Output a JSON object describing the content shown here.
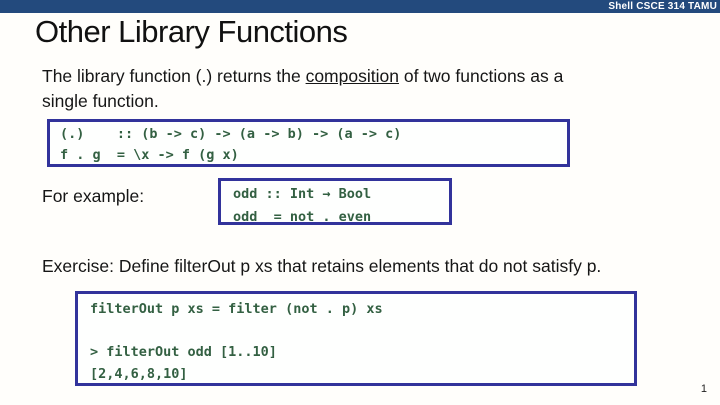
{
  "slide": {
    "top_bar": {
      "label": "Shell CSCE 314 TAMU"
    },
    "title": "Other Library Functions",
    "intro": {
      "line1_before": "The library function (.) returns the ",
      "line1_underlined": "composition",
      "line1_after": " of two functions as a",
      "line2": "single function."
    },
    "code_box_1": {
      "lines": [
        "(.)    :: (b -> c) -> (a -> b) -> (a -> c)",
        "f . g  = \\x -> f (g x)"
      ]
    },
    "for_example_label": "For example:",
    "code_box_2": {
      "lines": [
        "odd :: Int → Bool",
        "odd  = not . even"
      ]
    },
    "exercise_text": "Exercise: Define filterOut p xs that retains elements that do not satisfy p.",
    "code_box_3": {
      "lines": [
        "filterOut p xs = filter (not . p) xs",
        "",
        "> filterOut odd [1..10]",
        "[2,4,6,8,10]"
      ]
    },
    "page_number": "1",
    "colors": {
      "top_bar_blue": "#234a7d",
      "box_border_navy": "#32339b",
      "code_green": "#336042"
    }
  }
}
